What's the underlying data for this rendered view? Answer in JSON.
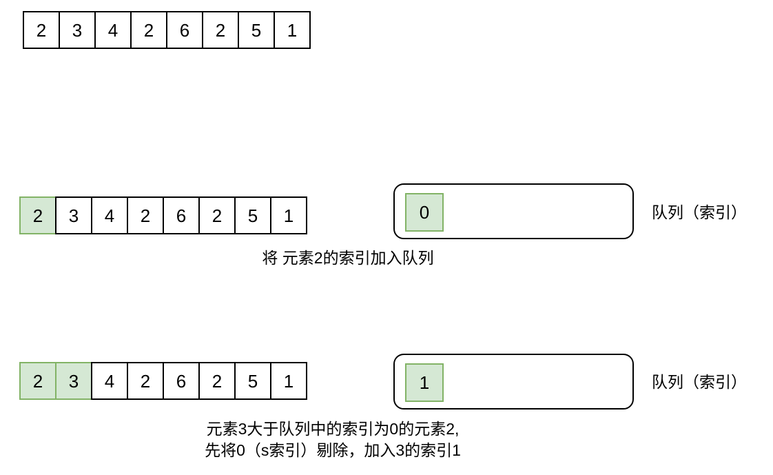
{
  "colors": {
    "highlight_fill": "#d5e8d4",
    "highlight_border": "#82b366",
    "cell_border": "#000000",
    "background": "#ffffff"
  },
  "array": {
    "values": [
      "2",
      "3",
      "4",
      "2",
      "6",
      "2",
      "5",
      "1"
    ]
  },
  "step1": {
    "highlighted_indices": [
      0
    ],
    "queue_item": "0",
    "queue_label": "队列（索引）",
    "caption": "将 元素2的索引加入队列"
  },
  "step2": {
    "highlighted_indices": [
      0,
      1
    ],
    "queue_item": "1",
    "queue_label": "队列（索引）",
    "caption_line1": "元素3大于队列中的索引为0的元素2,",
    "caption_line2": "先将0（s索引）剔除，加入3的索引1"
  }
}
